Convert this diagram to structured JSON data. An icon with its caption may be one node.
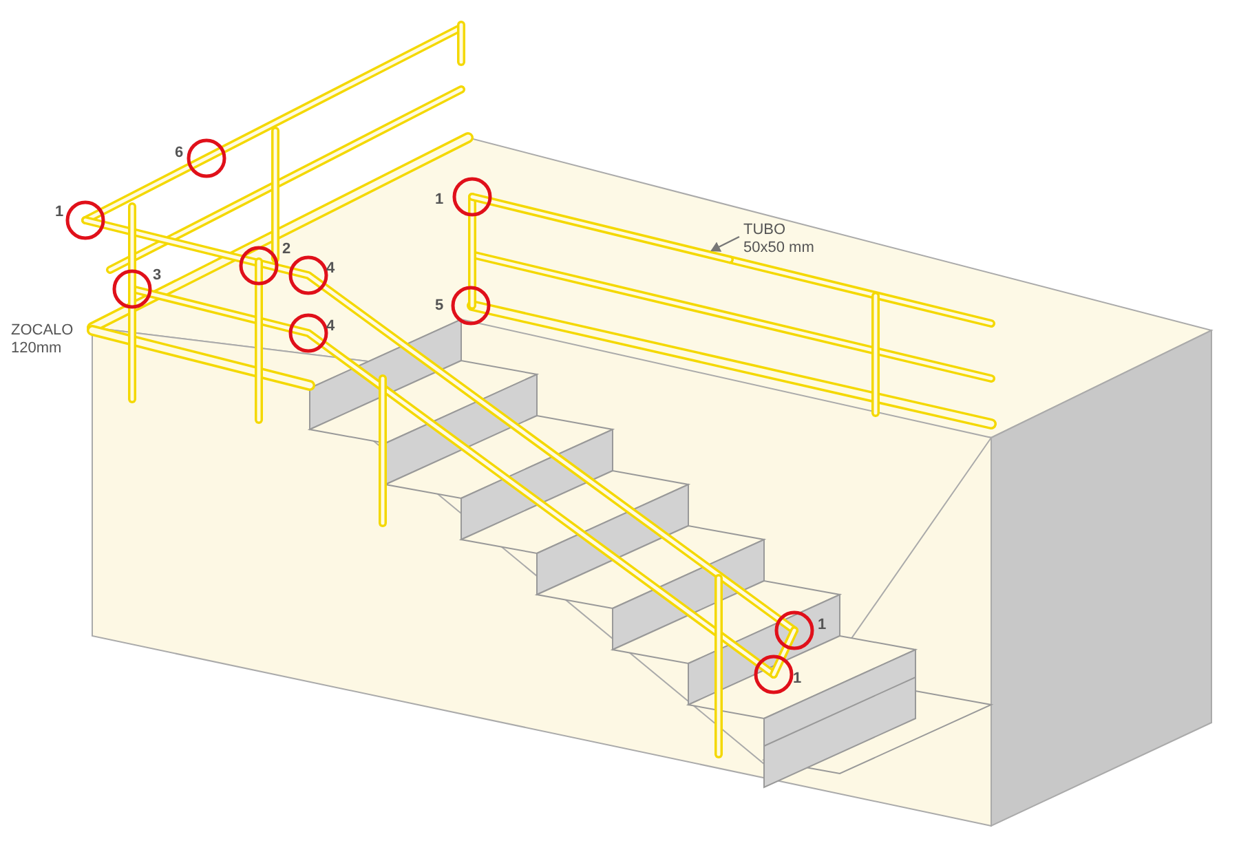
{
  "diagram": {
    "nodes": [
      {
        "text": [
          "TUBO 50x50 mm"
        ]
      },
      {
        "text": [],
        "shape": "bar"
      }
    ],
    "edges": [
      {
        "from": 0,
        "to": 1,
        "arrow": "to"
      }
    ],
    "labels": [
      "6",
      "1",
      "1",
      "2",
      "4",
      "3",
      "5",
      "4",
      "1",
      "1",
      "ZOCALO 120mm"
    ]
  }
}
